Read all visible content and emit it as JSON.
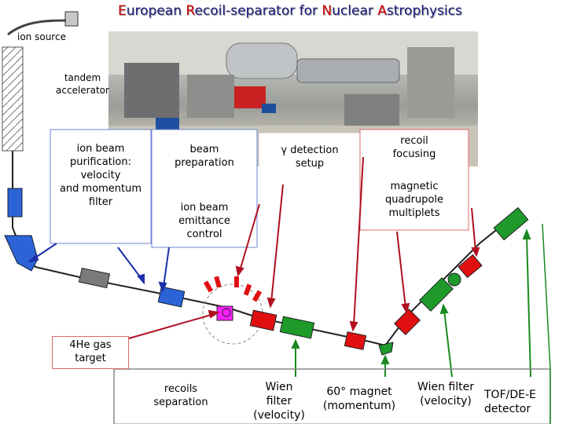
{
  "title": {
    "w1_initial": "E",
    "w1_rest": "uropean ",
    "w2_initial": "R",
    "w2_rest": "ecoil-separator  for  ",
    "w3_initial": "N",
    "w3_rest": "uclear ",
    "w4_initial": "A",
    "w4_rest": "strophysics"
  },
  "labels": {
    "ion_source": "ion source",
    "tandem": [
      "tandem",
      "accelerator"
    ],
    "purification": [
      "ion beam",
      "purification:",
      "velocity",
      "and momentum",
      "filter"
    ],
    "beam_preparation": [
      "beam",
      "preparation"
    ],
    "emittance": [
      "ion beam",
      "emittance",
      "control"
    ],
    "gamma_detection": [
      "γ detection",
      "setup"
    ],
    "recoil_focusing": [
      "recoil",
      "focusing"
    ],
    "quadrupole": [
      "magnetic",
      "quadrupole",
      "multiplets"
    ],
    "gas_target": [
      "4He gas",
      "target"
    ],
    "recoils_separation": [
      "recoils",
      "separation"
    ],
    "wien_filter_1": [
      "Wien",
      "filter",
      "(velocity)"
    ],
    "magnet_60": [
      "60° magnet",
      "(momentum)"
    ],
    "wien_filter_2": [
      "Wien filter",
      "(velocity)"
    ],
    "tof_detector": [
      "TOF/DE-E",
      "detector"
    ]
  },
  "colors": {
    "title": "#1a1a7a",
    "title_highlight": "#cc0000",
    "blue_element": "#2c63d6",
    "green_element": "#1d9a2a",
    "red_element": "#e01010",
    "gray_element": "#7a7a7a",
    "magenta_target": "#ff20ff",
    "beamline": "#222222",
    "arrow_blue": "#1a2fa8",
    "arrow_red": "#b01020",
    "arrow_green": "#1a8a20"
  }
}
